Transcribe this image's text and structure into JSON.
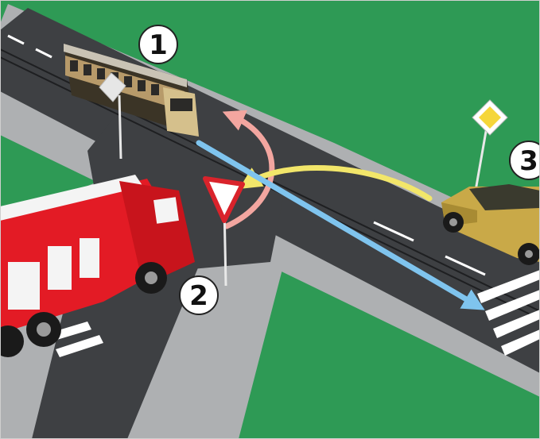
{
  "scene": {
    "labels": {
      "tram": "1",
      "fire_truck": "2",
      "car": "3"
    },
    "colors": {
      "grass": "#2e9a55",
      "road": "#3e4043",
      "sidewalk": "#aeb0b2",
      "lane_marking": "#ffffff",
      "arrow_left_turn": "#f3a6a0",
      "arrow_car_left": "#f2e66a",
      "arrow_straight": "#7fc4ee",
      "fire_truck": "#e31b25",
      "tram": "#b79a6a",
      "car": "#c9a948",
      "yield_sign_border": "#d9232b",
      "priority_sign": "#f5d63a"
    },
    "signs": [
      "yield-sign",
      "priority-road-sign"
    ]
  }
}
